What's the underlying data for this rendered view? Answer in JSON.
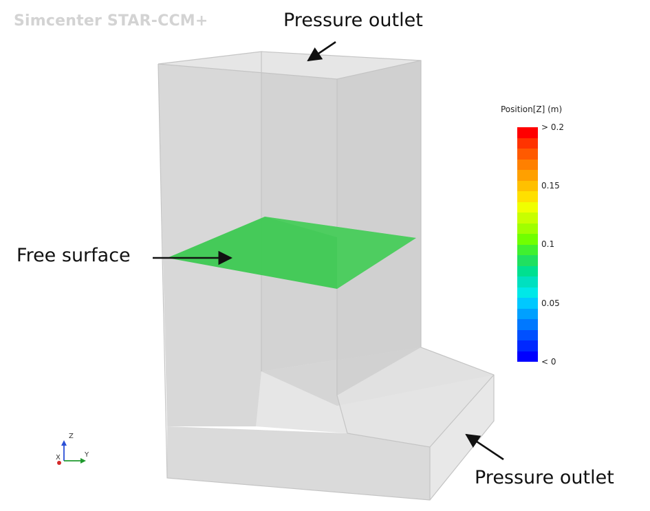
{
  "app": {
    "watermark": "Simcenter STAR-CCM+"
  },
  "callouts": {
    "outlet_top": "Pressure outlet",
    "free_surface": "Free surface",
    "outlet_bottom": "Pressure outlet"
  },
  "legend": {
    "title": "Position[Z] (m)",
    "ticks": [
      "> 0.2",
      "0.15",
      "0.1",
      "0.05",
      "< 0"
    ],
    "bands": [
      "#ff0000",
      "#ff3300",
      "#ff5a00",
      "#ff8000",
      "#ffa000",
      "#ffc000",
      "#ffe000",
      "#f0ff00",
      "#c8ff00",
      "#a0ff00",
      "#70ff00",
      "#40f030",
      "#20e060",
      "#00e090",
      "#00e0c0",
      "#00e8e8",
      "#00c8ff",
      "#00a0ff",
      "#0078ff",
      "#0050ff",
      "#0028ff",
      "#0000ff"
    ]
  },
  "axes_triad": {
    "z": "Z",
    "x": "X",
    "y": "Y"
  },
  "colors": {
    "free_surface": "#3dc952",
    "geometry": "#d9d9d9",
    "arrow": "#111111"
  }
}
